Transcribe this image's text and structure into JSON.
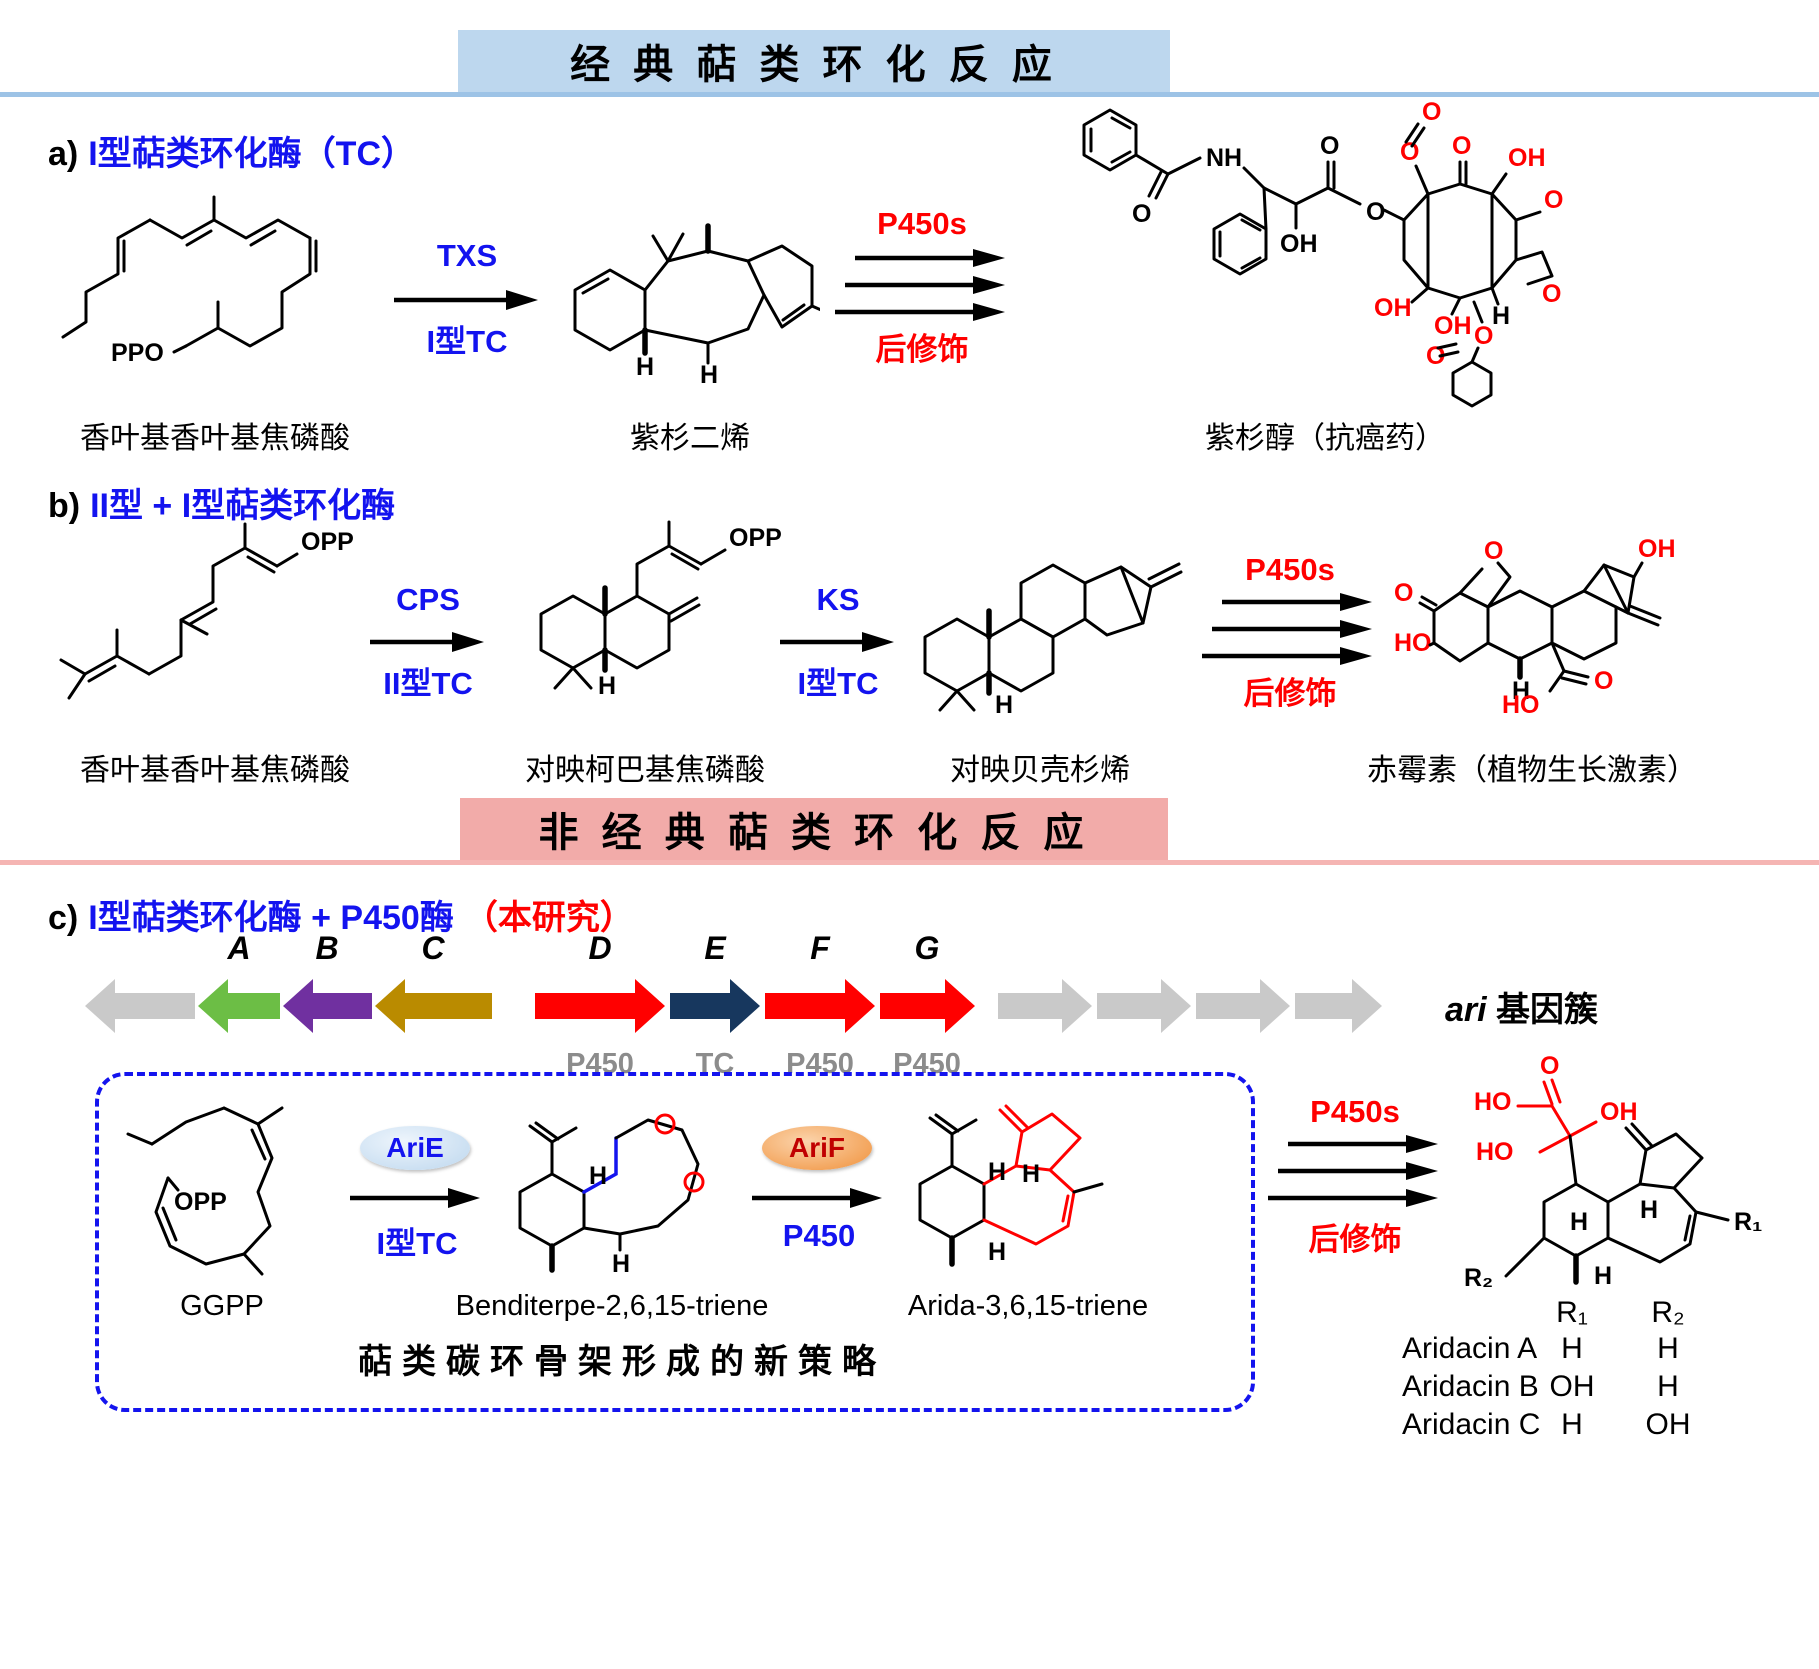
{
  "banners": {
    "classic": "经 典 萜 类 环 化 反 应",
    "nonclassic": "非 经 典 萜 类 环 化 反 应"
  },
  "colors": {
    "blue_text": "#1313EF",
    "red_text": "#FF0000",
    "banner_blue": "#BDD7EE",
    "rule_blue": "#9DC3E6",
    "banner_pink": "#F2ABA9",
    "rule_pink": "#F5B5B3",
    "gene_gray": "#C9C9C9",
    "gene_green": "#6CBE45",
    "gene_purple": "#7030A0",
    "gene_gold": "#BA8B00",
    "gene_red": "#FF0000",
    "gene_navy": "#17375E",
    "gene_label_gray": "#8C8C8C",
    "dash_box_blue": "#1414EE"
  },
  "section_a": {
    "prefix": "a)",
    "title": "I型萜类环化酶（TC）",
    "arrow1_top": "TXS",
    "arrow1_bottom": "I型TC",
    "arrow2_top": "P450s",
    "arrow2_bottom": "后修饰",
    "compound1": "香叶基香叶基焦磷酸",
    "compound2": "紫杉二烯",
    "compound3": "紫杉醇（抗癌药）",
    "s1": {
      "ppo": "PPO"
    },
    "s2": {
      "h1": "H",
      "h2": "H"
    },
    "s3": {
      "o1": "O",
      "nh": "NH",
      "oh1": "OH",
      "o2": "O",
      "o3": "O",
      "o4": "O",
      "o5": "O",
      "o6": "O",
      "oh2": "OH",
      "oh3": "OH",
      "oh4": "OH",
      "o7": "O",
      "o8": "O",
      "o9": "O",
      "o10": "O",
      "h": "H"
    }
  },
  "section_b": {
    "prefix": "b)",
    "title": "II型 + I型萜类环化酶",
    "arrow1_top": "CPS",
    "arrow1_bottom": "II型TC",
    "arrow2_top": "KS",
    "arrow2_bottom": "I型TC",
    "arrow3_top": "P450s",
    "arrow3_bottom": "后修饰",
    "compound1": "香叶基香叶基焦磷酸",
    "compound2": "对映柯巴基焦磷酸",
    "compound3": "对映贝壳杉烯",
    "compound4": "赤霉素（植物生长激素）",
    "s1": {
      "opp": "OPP"
    },
    "s2": {
      "opp": "OPP",
      "h": "H"
    },
    "s3": {
      "h": "H"
    },
    "s4": {
      "o1": "O",
      "o2": "O",
      "ho1": "HO",
      "oh1": "OH",
      "h": "H",
      "o3": "O",
      "ho2": "HO"
    }
  },
  "section_c": {
    "prefix": "c)",
    "title_blue": "I型萜类环化酶 + P450酶",
    "title_red": "（本研究）",
    "genes": {
      "letters": [
        "A",
        "B",
        "C",
        "D",
        "E",
        "F",
        "G"
      ],
      "sublabels": [
        "P450",
        "TC",
        "P450",
        "P450"
      ],
      "cluster_italic": "ari",
      "cluster_rest": " 基因簇"
    },
    "box": {
      "caption1": "GGPP",
      "caption2": "Benditerpe-2,6,15-triene",
      "caption3": "Arida-3,6,15-triene",
      "arie_pill": "AriE",
      "arie_bottom": "I型TC",
      "arif_pill": "AriF",
      "arif_bottom": "P450",
      "strategy": "萜类碳环骨架形成的新策略",
      "s1": {
        "opp": "OPP"
      },
      "s2": {
        "h1": "H",
        "h2": "H"
      },
      "s3": {
        "h1": "H",
        "h2": "H",
        "h3": "H"
      }
    },
    "arrow3_top": "P450s",
    "arrow3_bottom": "后修饰",
    "s4": {
      "o": "O",
      "ho1": "HO",
      "oh": "OH",
      "ho2": "HO",
      "r1": "R₁",
      "r2": "R₂",
      "h1": "H",
      "h2": "H",
      "h3": "H"
    },
    "table": {
      "h1": "R₁",
      "h2": "R₂",
      "rows": [
        [
          "Aridacin A",
          "H",
          "H"
        ],
        [
          "Aridacin B",
          "OH",
          "H"
        ],
        [
          "Aridacin C",
          "H",
          "OH"
        ]
      ]
    }
  }
}
